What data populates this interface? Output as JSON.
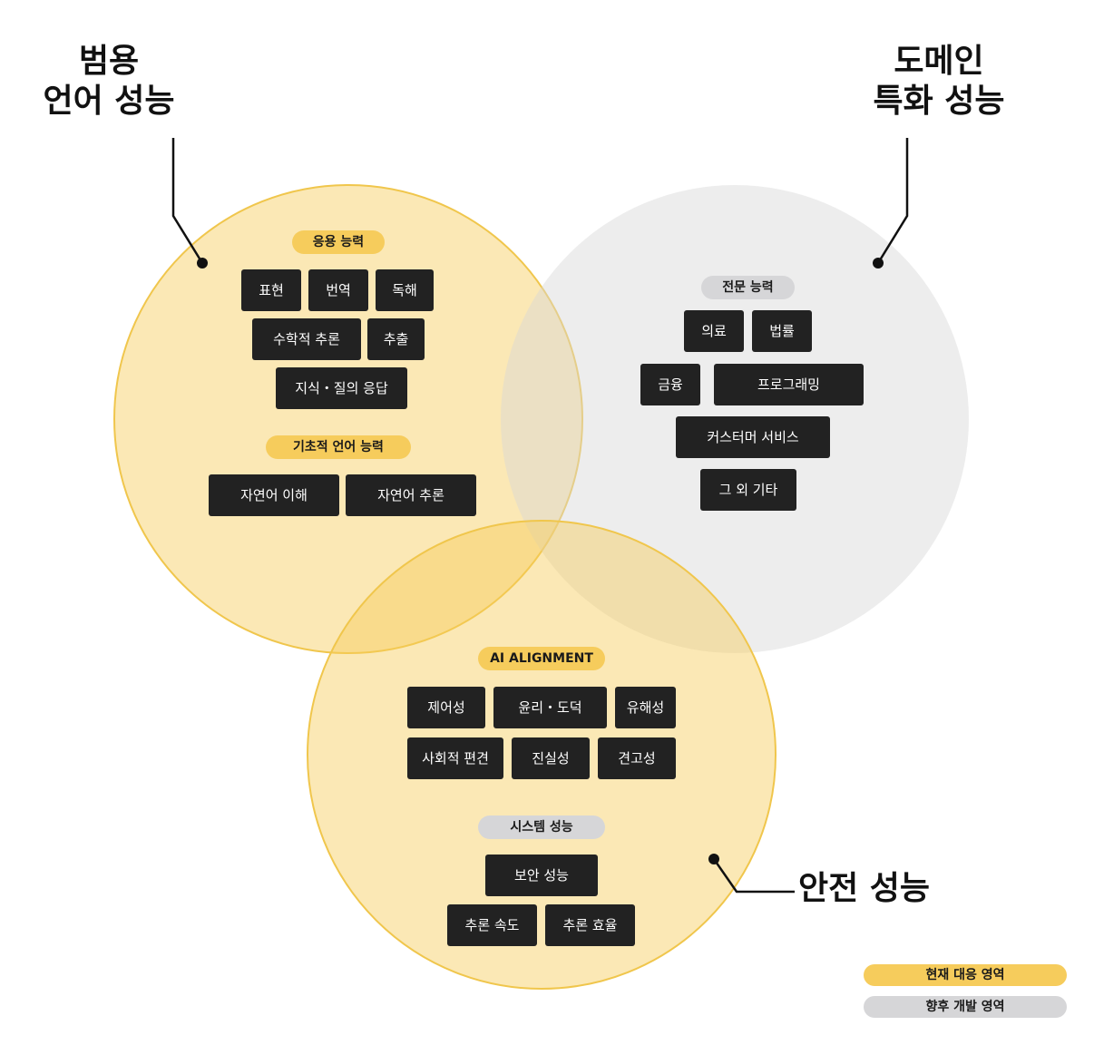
{
  "colors": {
    "current_fill": "#f6cc5c",
    "future_fill": "#d6d6d8",
    "chip_bg": "#222222",
    "chip_text": "#ffffff",
    "line": "#111111"
  },
  "headings": {
    "general": {
      "line1": "범용",
      "line2": "언어 성능"
    },
    "domain": {
      "line1": "도메인",
      "line2": "특화 성능"
    },
    "safety": "안전 성능"
  },
  "general_circle": {
    "applied": {
      "label": "응용 능력",
      "items": [
        "표현",
        "번역",
        "독해",
        "수학적 추론",
        "추출",
        "지식・질의 응답"
      ]
    },
    "basic": {
      "label": "기초적 언어 능력",
      "items": [
        "자연어 이해",
        "자연어 추론"
      ]
    }
  },
  "domain_circle": {
    "expert": {
      "label": "전문 능력",
      "items": [
        "의료",
        "법률",
        "금융",
        "프로그래밍",
        "커스터머 서비스",
        "그 외 기타"
      ]
    }
  },
  "safety_circle": {
    "alignment": {
      "label": "AI ALIGNMENT",
      "items": [
        "제어성",
        "윤리・도덕",
        "유해성",
        "사회적 편견",
        "진실성",
        "견고성"
      ]
    },
    "system": {
      "label": "시스템 성능",
      "items": [
        "보안 성능",
        "추론 속도",
        "추론 효율"
      ]
    }
  },
  "legend": {
    "current": "현재 대응 영역",
    "future": "향후 개발 영역"
  }
}
